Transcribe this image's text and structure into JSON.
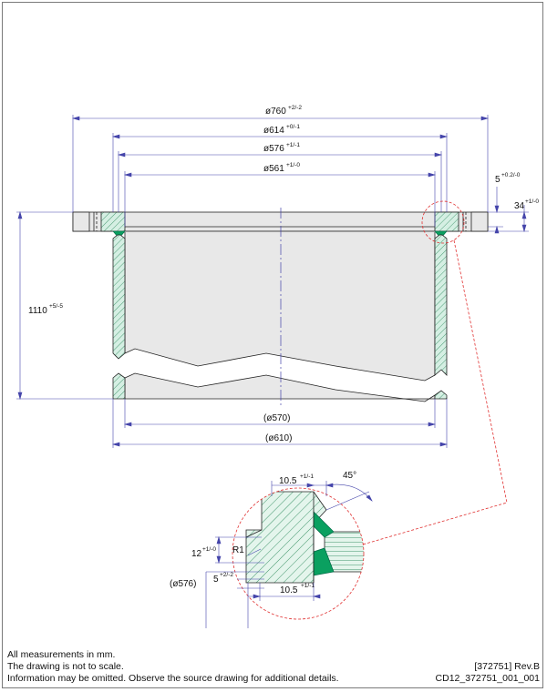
{
  "dimensions": {
    "d760": {
      "value": "ø760",
      "tol": "+2/-2"
    },
    "d614": {
      "value": "ø614",
      "tol": "+0/-1"
    },
    "d576": {
      "value": "ø576",
      "tol": "+1/-1"
    },
    "d561": {
      "value": "ø561",
      "tol": "+1/-0"
    },
    "t5": {
      "value": "5",
      "tol": "+0.2/-0"
    },
    "t34": {
      "value": "34",
      "tol": "+1/-0"
    },
    "h1110": {
      "value": "1110",
      "tol": "+5/-5"
    },
    "d570": {
      "value": "(ø570)"
    },
    "d610": {
      "value": "(ø610)"
    }
  },
  "detail": {
    "w105_top": {
      "value": "10.5",
      "tol": "+1/-1"
    },
    "angle": {
      "value": "45°"
    },
    "h12": {
      "value": "12",
      "tol": "+1/-0"
    },
    "r1": {
      "value": "R1"
    },
    "d576_ref": {
      "value": "(ø576)"
    },
    "h5": {
      "value": "5",
      "tol": "+2/-2"
    },
    "w105_bot": {
      "value": "10.5",
      "tol": "+1/-1"
    }
  },
  "notes": {
    "line1": "All measurements in mm.",
    "line2": "The drawing is not to scale.",
    "line3": "Information may be omitted. Observe the source drawing for additional details.",
    "ref": "[372751] Rev.B",
    "doc_id": "CD12_372751_001_001"
  }
}
